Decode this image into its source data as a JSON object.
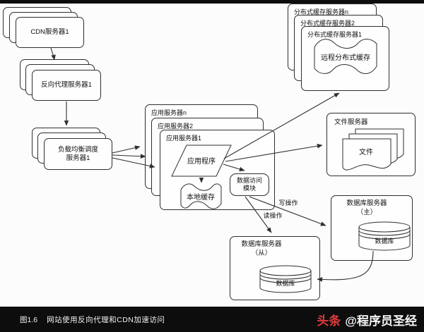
{
  "bars": {
    "caption_number": "图1.6",
    "caption_text": "网站使用反向代理和CDN加速访问",
    "watermark_brand": "头条",
    "watermark_account": "@程序员圣经"
  },
  "colors": {
    "brand_red": "#e23c3c",
    "bar_black": "#0d0d0d",
    "diagram_line": "#2f2f2f"
  },
  "nodes": {
    "cdn": "CDN服务器1",
    "proxy": "反向代理服务器1",
    "lb_line1": "负载均衡调度",
    "lb_line2": "服务器1",
    "app_n": "应用服务器n",
    "app_2": "应用服务器2",
    "app_1": "应用服务器1",
    "application": "应用程序",
    "local_cache": "本地缓存",
    "data_module_line1": "数据访问",
    "data_module_line2": "模块",
    "dcache_n": "分布式缓存服务器n",
    "dcache_2": "分布式缓存服务器2",
    "dcache_1": "分布式缓存服务器1",
    "remote_cache": "远程分布式缓存",
    "file_server": "文件服务器",
    "file": "文件",
    "db_server_master_line1": "数据库服务器",
    "db_server_master_line2": "（主）",
    "db_server_slave_line1": "数据库服务器",
    "db_server_slave_line2": "（从）",
    "db": "数据库"
  },
  "edges": {
    "write": "写操作",
    "read": "读操作"
  }
}
